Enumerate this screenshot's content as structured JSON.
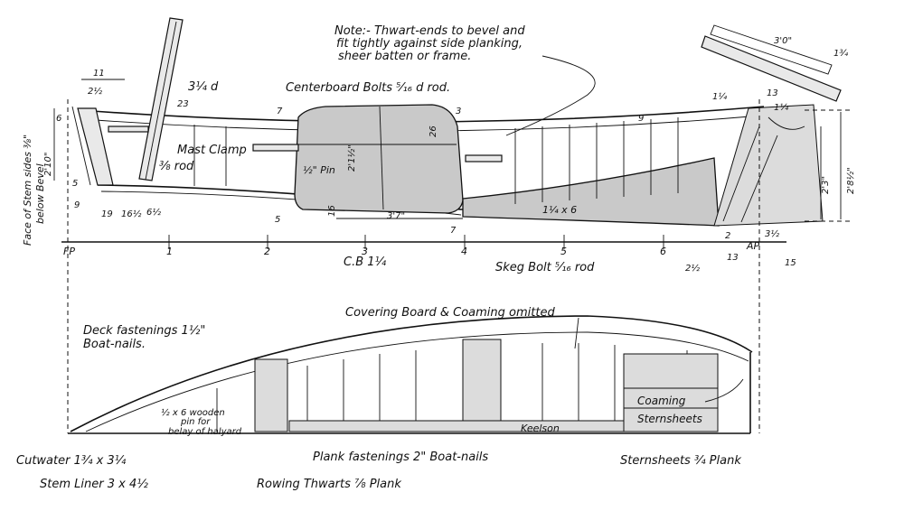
{
  "notes": {
    "thwart_line1": "Note:- Thwart-ends to bevel and",
    "thwart_line2": "fit tightly against side planking,",
    "thwart_line3": "sheer batten or frame.",
    "centerboard_bolts": "Centerboard Bolts ⁵⁄₁₆ d rod.",
    "mast_clamp": "Mast Clamp",
    "rod": "⅜ rod",
    "mast_dim": "3¼ d",
    "pin": "½\" Pin",
    "face_of_stem_1": "Face of Stem sides ⅜\"",
    "face_of_stem_2": "below Bevel",
    "cb": "C.B 1¼",
    "skeg_bolt": "Skeg Bolt ⁵⁄₁₆ rod",
    "plank_size": "1¼ x 6",
    "deck_fast_1": "Deck fastenings 1½\"",
    "deck_fast_2": "Boat-nails.",
    "covering_board": "Covering Board & Coaming omitted",
    "coaming": "Coaming",
    "sternsheets_label": "Sternsheets",
    "keelson": "Keelson",
    "wooden_pin_1": "½ x 6 wooden",
    "wooden_pin_2": "pin for",
    "wooden_pin_3": "belay of halyard",
    "cutwater": "Cutwater 1¾ x 3¼",
    "stem_liner": "Stem Liner 3 x 4½",
    "plank_fast": "Plank fastenings 2\" Boat-nails",
    "rowing_thwarts": "Rowing Thwarts ⅞ Plank",
    "sternsheets_plank": "Sternsheets ¾ Plank"
  },
  "dimensions": {
    "d11": "11",
    "d2half": "2½",
    "d23": "23",
    "d6": "6",
    "d210": "2'10\"",
    "d9a": "9",
    "d5": "5",
    "d19": "19",
    "d16half": "16½",
    "d6half": "6½",
    "d5b": "5",
    "d16": "16",
    "d37": "3'7\"",
    "d7a": "7",
    "d7b": "7",
    "d3": "3",
    "d214": "2'1½\"",
    "d26": "26",
    "d9b": "9",
    "d30": "3'0\"",
    "d134": "1¾",
    "d114a": "1¼",
    "d13": "13",
    "d114b": "1¼",
    "d23b": "2'3\"",
    "d2812": "2'8½\"",
    "d2": "2",
    "d13b": "13",
    "d15": "15",
    "d2half_b": "2½",
    "d3half": "3½"
  },
  "stations": [
    "FP",
    "1",
    "2",
    "3",
    "4",
    "5",
    "6",
    "AP"
  ]
}
